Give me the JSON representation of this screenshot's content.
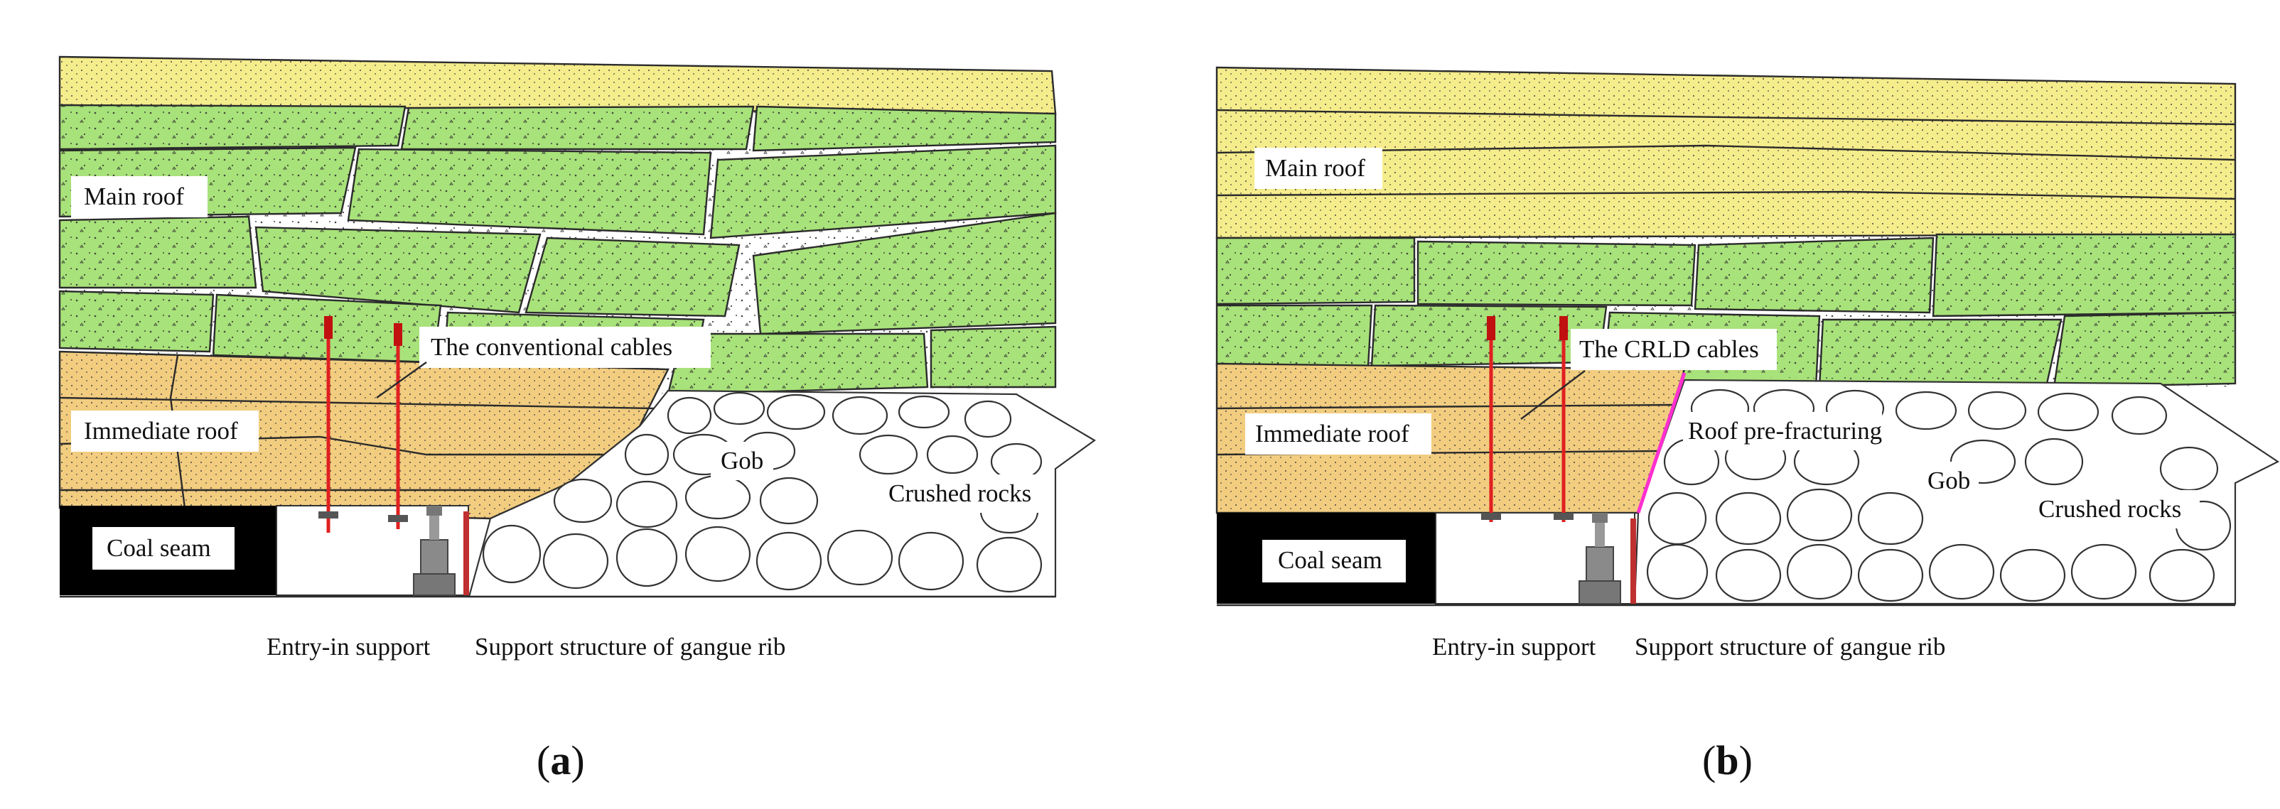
{
  "colors": {
    "yellow": "#f5ec8c",
    "green": "#a8e27a",
    "orange": "#f2cd80",
    "cable": "#e02020",
    "prefracture": "#ff2fd0",
    "coal": "#000000"
  },
  "panel_a": {
    "caption_open": "(",
    "caption_letter": "a",
    "caption_close": ")",
    "main_roof": "Main roof",
    "cables": "The conventional  cables",
    "immediate_roof": "Immediate roof",
    "gob": "Gob",
    "crushed_rocks": "Crushed rocks",
    "coal_seam": "Coal seam",
    "entry_support": "Entry-in support",
    "gangue_rib": "Support structure of gangue rib"
  },
  "panel_b": {
    "caption_open": "(",
    "caption_letter": "b",
    "caption_close": ")",
    "main_roof": "Main roof",
    "cables": "The CRLD cables",
    "immediate_roof": "Immediate roof",
    "prefracturing": "Roof pre-fracturing",
    "gob": "Gob",
    "crushed_rocks": "Crushed rocks",
    "coal_seam": "Coal seam",
    "entry_support": "Entry-in support",
    "gangue_rib": "Support structure of gangue rib"
  }
}
